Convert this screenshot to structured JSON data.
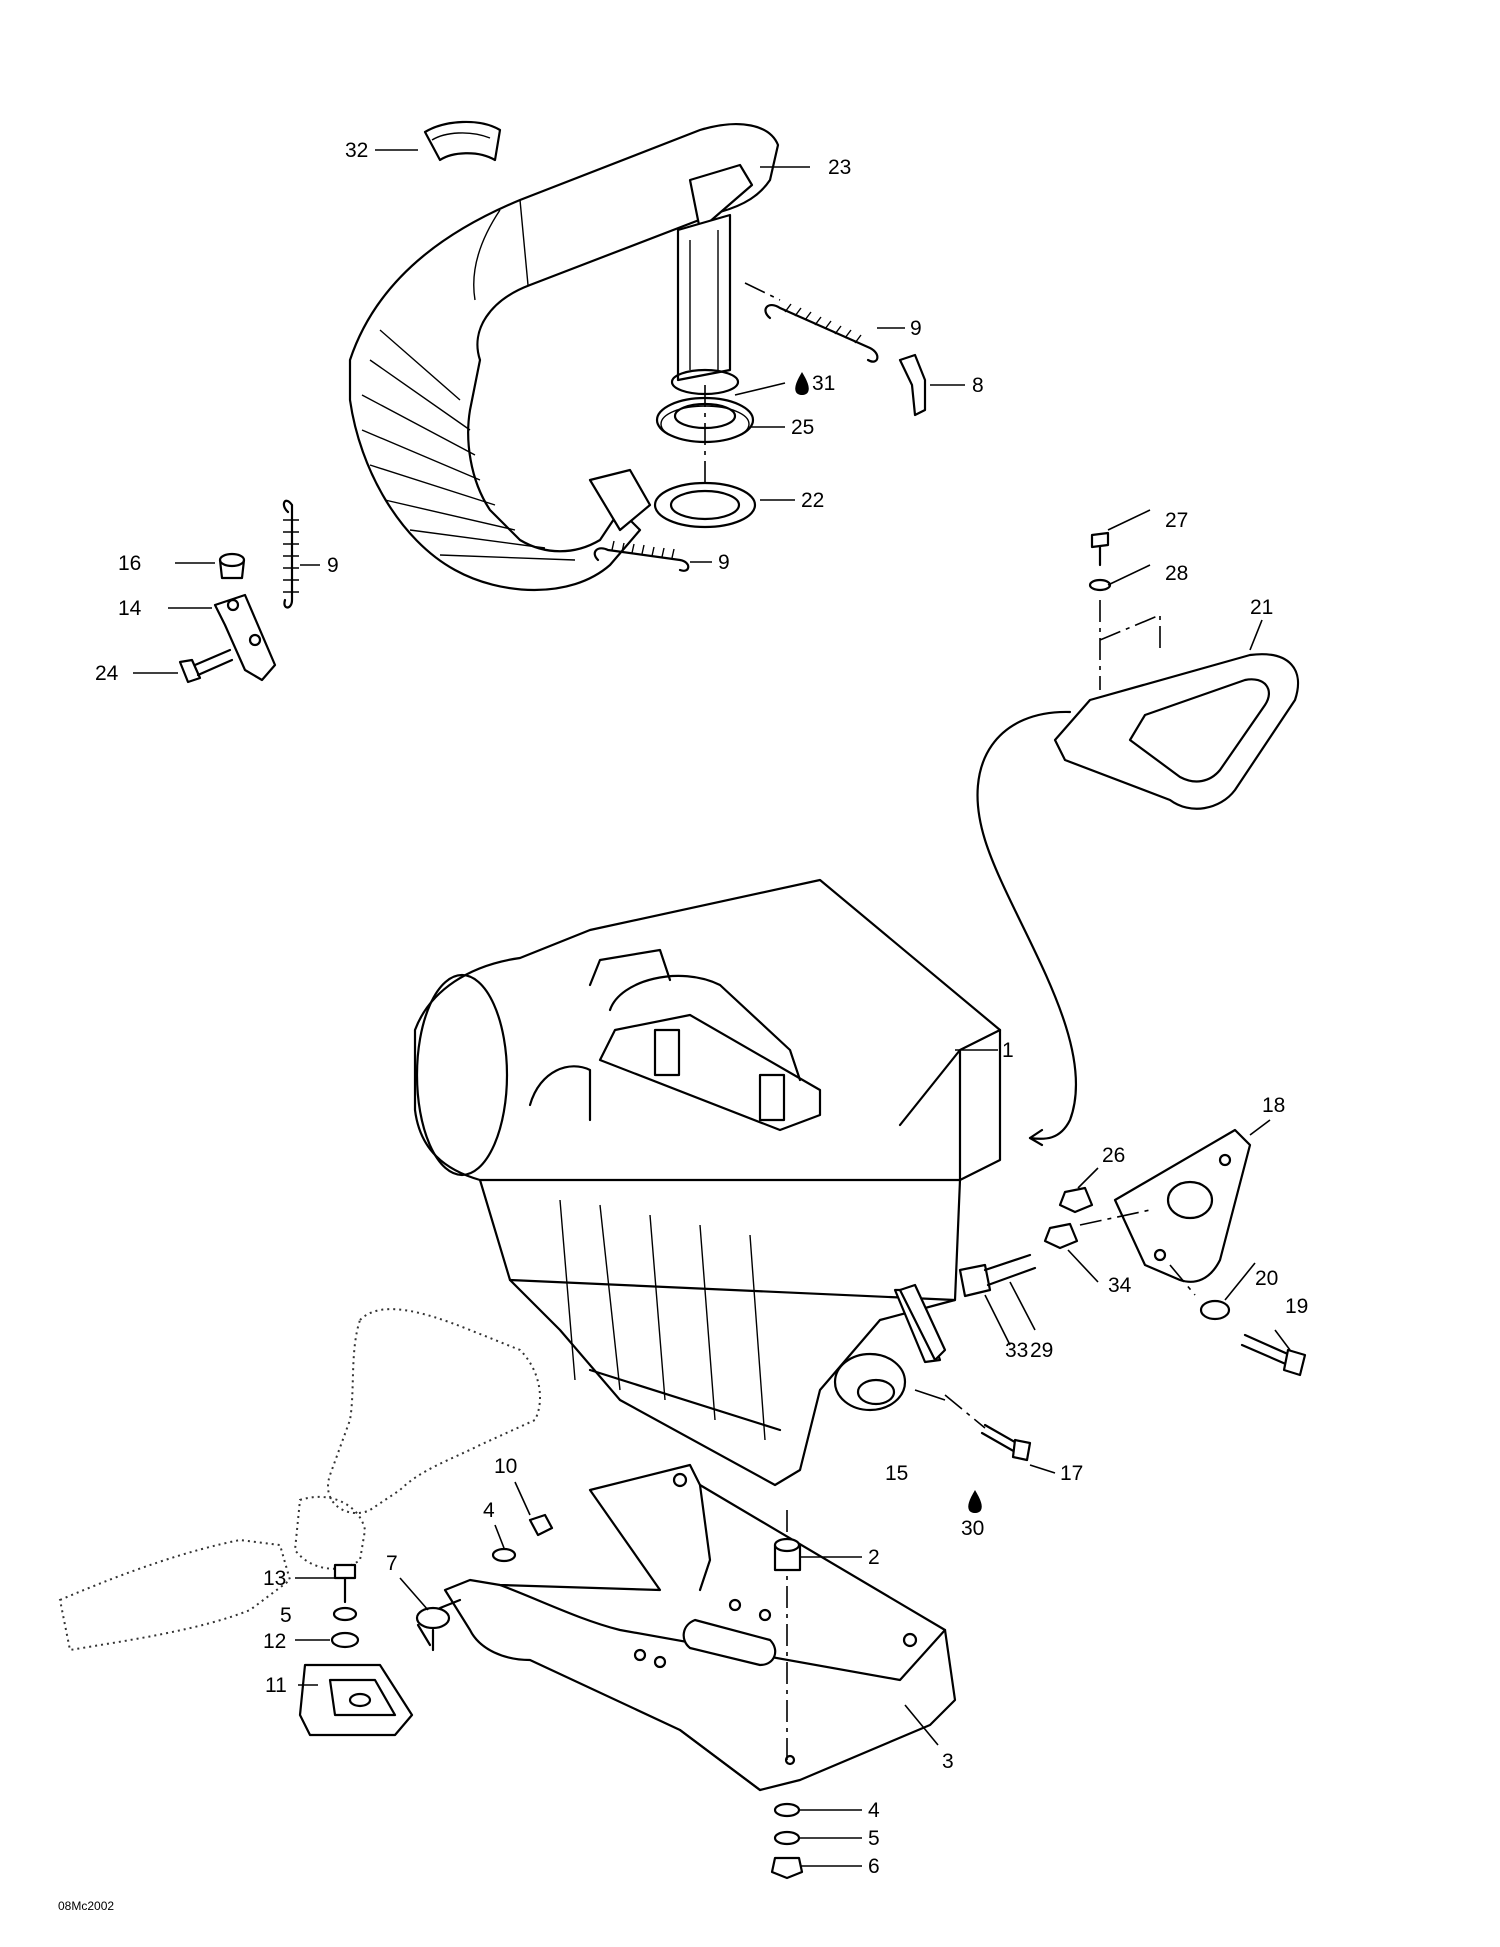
{
  "figure_code": "08Mc2002",
  "callouts": [
    {
      "label": "1"
    },
    {
      "label": "2"
    },
    {
      "label": "3"
    },
    {
      "label": "4"
    },
    {
      "label": "4"
    },
    {
      "label": "5"
    },
    {
      "label": "5"
    },
    {
      "label": "6"
    },
    {
      "label": "7"
    },
    {
      "label": "8"
    },
    {
      "label": "9"
    },
    {
      "label": "9"
    },
    {
      "label": "9"
    },
    {
      "label": "10"
    },
    {
      "label": "11"
    },
    {
      "label": "12"
    },
    {
      "label": "13"
    },
    {
      "label": "14"
    },
    {
      "label": "15"
    },
    {
      "label": "16"
    },
    {
      "label": "17"
    },
    {
      "label": "18"
    },
    {
      "label": "19"
    },
    {
      "label": "20"
    },
    {
      "label": "21"
    },
    {
      "label": "22"
    },
    {
      "label": "23"
    },
    {
      "label": "24"
    },
    {
      "label": "25"
    },
    {
      "label": "26"
    },
    {
      "label": "27"
    },
    {
      "label": "28"
    },
    {
      "label": "29"
    },
    {
      "label": "30"
    },
    {
      "label": "31"
    },
    {
      "label": "32"
    },
    {
      "label": "33"
    },
    {
      "label": "34"
    }
  ],
  "icons": {
    "lubricant_drop": "drop-icon"
  }
}
